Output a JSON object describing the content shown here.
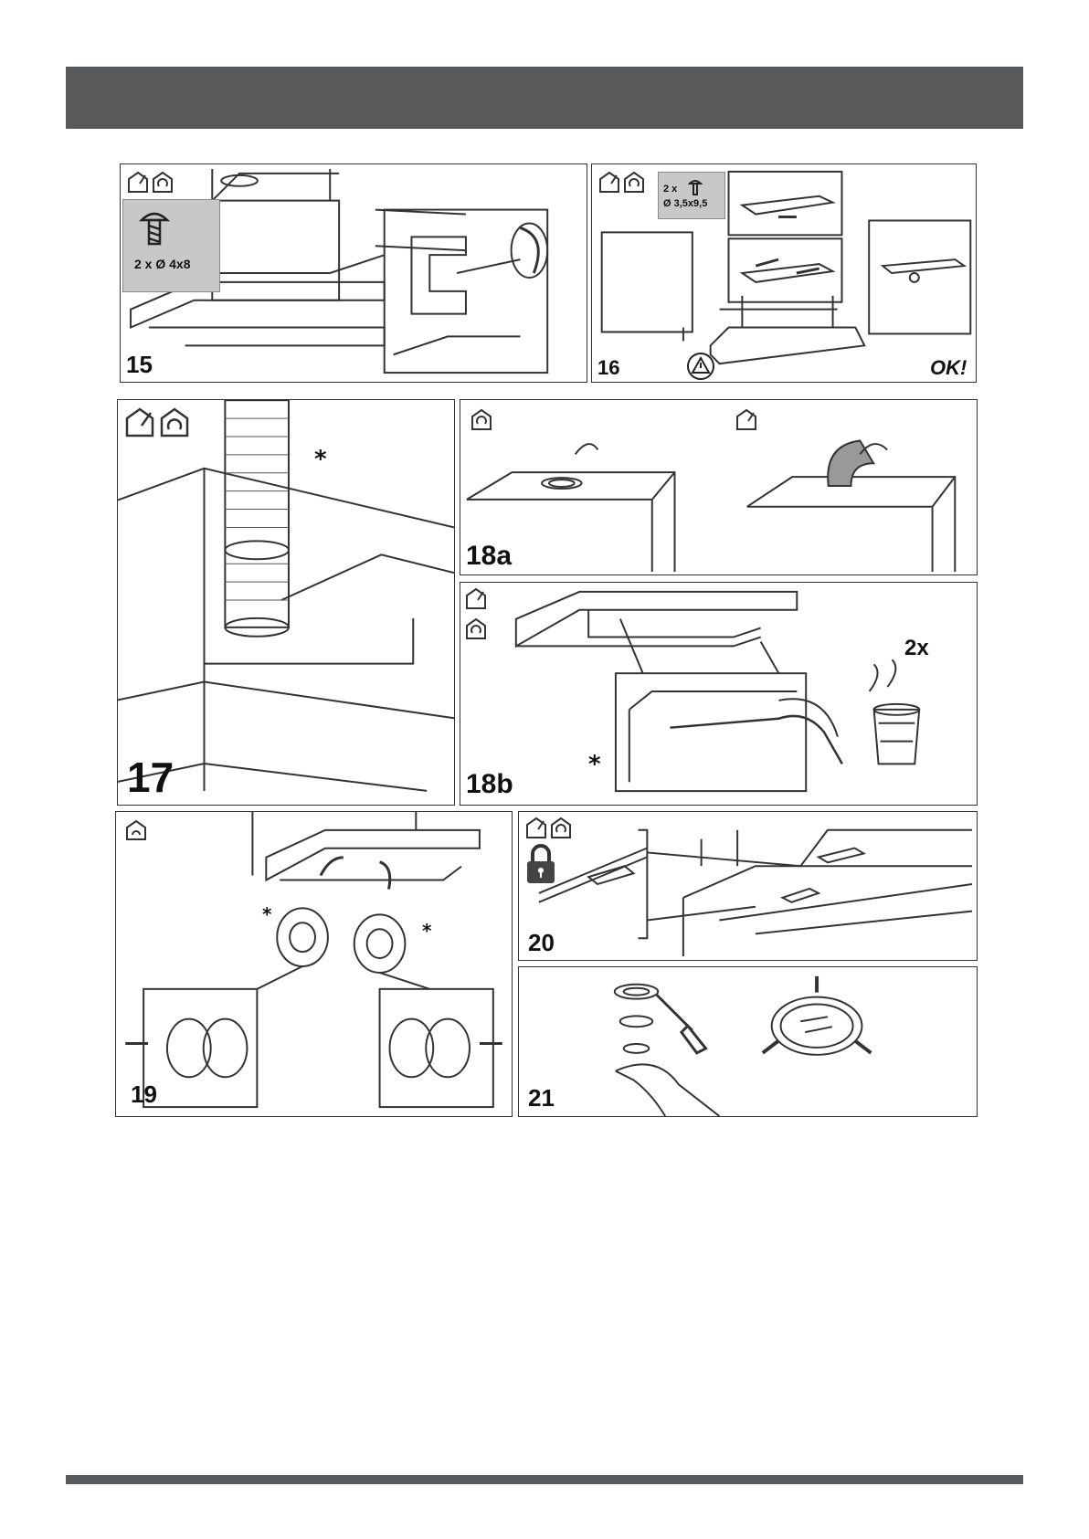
{
  "panels": {
    "p15": {
      "step": "15",
      "spec": "2 x Ø 4x8",
      "modes": [
        "extraction-house-icon",
        "recirculation-house-icon"
      ]
    },
    "p16": {
      "step": "16",
      "spec_qty": "2 x",
      "spec_size": "Ø 3,5x9,5",
      "ok": "OK!",
      "modes": [
        "extraction-house-icon",
        "recirculation-house-icon"
      ]
    },
    "p17": {
      "step": "17",
      "star": "*",
      "modes": [
        "extraction-house-icon",
        "recirculation-house-icon"
      ]
    },
    "p18a": {
      "step": "18a",
      "modes": [
        "recirculation-house-icon",
        "extraction-house-icon"
      ]
    },
    "p18b": {
      "step": "18b",
      "count": "2x",
      "star": "*",
      "modes": [
        "extraction-house-icon",
        "recirculation-house-icon"
      ]
    },
    "p19": {
      "step": "19",
      "star_left": "*",
      "star_right": "*",
      "modes": [
        "recirculation-house-icon"
      ]
    },
    "p20": {
      "step": "20",
      "modes": [
        "extraction-house-icon",
        "recirculation-house-icon"
      ]
    },
    "p21": {
      "step": "21"
    }
  },
  "colors": {
    "header": "#58595b",
    "line": "#333333",
    "spec_box": "#c8c8c8"
  }
}
